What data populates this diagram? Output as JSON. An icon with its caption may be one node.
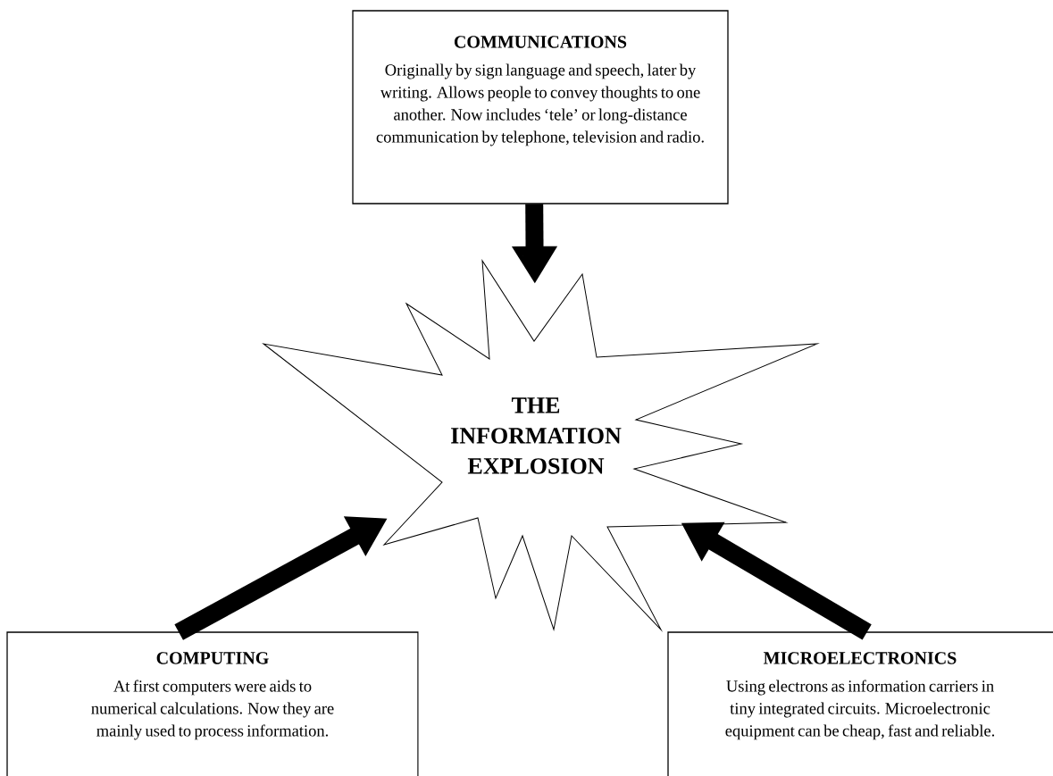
{
  "diagram": {
    "nodes": [
      {
        "text": [
          "COMMUNICATIONS",
          "Originally by sign language and speech, later by writing. Allows people to convey thoughts to one another. Now includes ‘tele’ or long-distance communication by telephone, television and radio."
        ]
      },
      {
        "text": [
          "THE INFORMATION EXPLOSION"
        ]
      },
      {
        "text": [
          "COMPUTING",
          "At first computers were aids to numerical calculations. Now they are mainly used to process information."
        ]
      },
      {
        "text": [
          "MICROELECTRONICS",
          "Using electrons as information carriers in tiny integrated circuits. Microelectronic equipment can be cheap, fast and reliable."
        ]
      }
    ],
    "edges": [
      {
        "from": 0,
        "to": 1,
        "arrow": "to"
      },
      {
        "from": 2,
        "to": 1,
        "arrow": "to"
      },
      {
        "from": 3,
        "to": 1,
        "arrow": "to"
      }
    ]
  }
}
